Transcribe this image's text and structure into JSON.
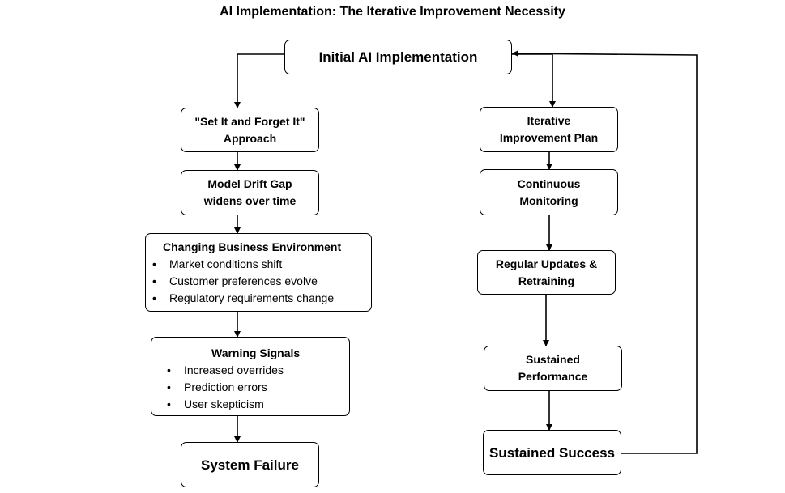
{
  "title": "AI Implementation: The Iterative Improvement Necessity",
  "nodes": {
    "initial": {
      "lines": [
        "Initial AI Implementation"
      ]
    },
    "set_forget": {
      "lines": [
        "\"Set It and Forget It\"",
        "Approach"
      ]
    },
    "drift": {
      "lines": [
        "Model Drift Gap",
        "widens over time"
      ]
    },
    "environment": {
      "title": "Changing Business Environment",
      "bullets": [
        "Market conditions shift",
        "Customer preferences evolve",
        "Regulatory requirements change"
      ]
    },
    "warning": {
      "title": "Warning Signals",
      "bullets": [
        "Increased overrides",
        "Prediction errors",
        "User skepticism"
      ]
    },
    "failure": {
      "lines": [
        "System Failure"
      ]
    },
    "iterative": {
      "lines": [
        "Iterative",
        "Improvement Plan"
      ]
    },
    "monitoring": {
      "lines": [
        "Continuous",
        "Monitoring"
      ]
    },
    "updates": {
      "lines": [
        "Regular Updates &",
        "Retraining"
      ]
    },
    "performance": {
      "lines": [
        "Sustained",
        "Performance"
      ]
    },
    "success": {
      "lines": [
        "Sustained Success"
      ]
    }
  }
}
